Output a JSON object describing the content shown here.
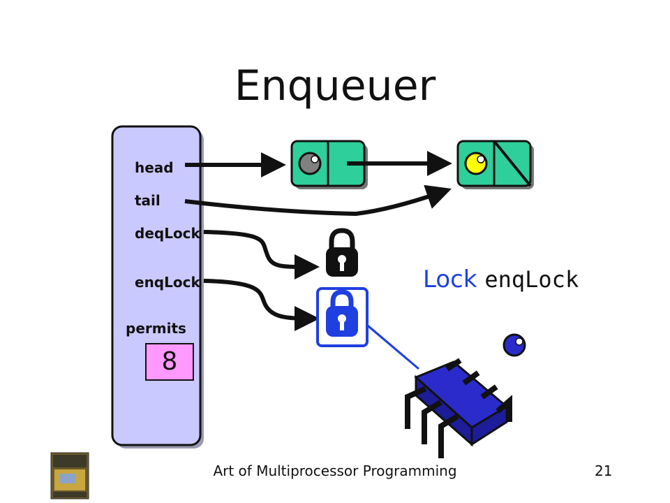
{
  "title": "Enqueuer",
  "queue_object": {
    "fields": {
      "head": "head",
      "tail": "tail",
      "deq_lock": "deqLock",
      "enq_lock": "enqLock",
      "permits": "permits"
    },
    "permits_value": "8"
  },
  "caption": {
    "keyword": "Lock",
    "identifier": "enqLock"
  },
  "footer": {
    "text": "Art of Multiprocessor Programming",
    "page_number": "21"
  },
  "colors": {
    "queue_panel": "#c9c9ff",
    "node_fill": "#2ecf9a",
    "permits_box": "#ff99ff",
    "lock_blue": "#1f3fe0",
    "thread_blue": "#2b2bcc",
    "sentinel_dot": "#808080",
    "value_dot": "#ffff00"
  },
  "icons": [
    "lock-icon",
    "lock-icon-held",
    "thread-bug-icon",
    "book-cover-icon"
  ]
}
